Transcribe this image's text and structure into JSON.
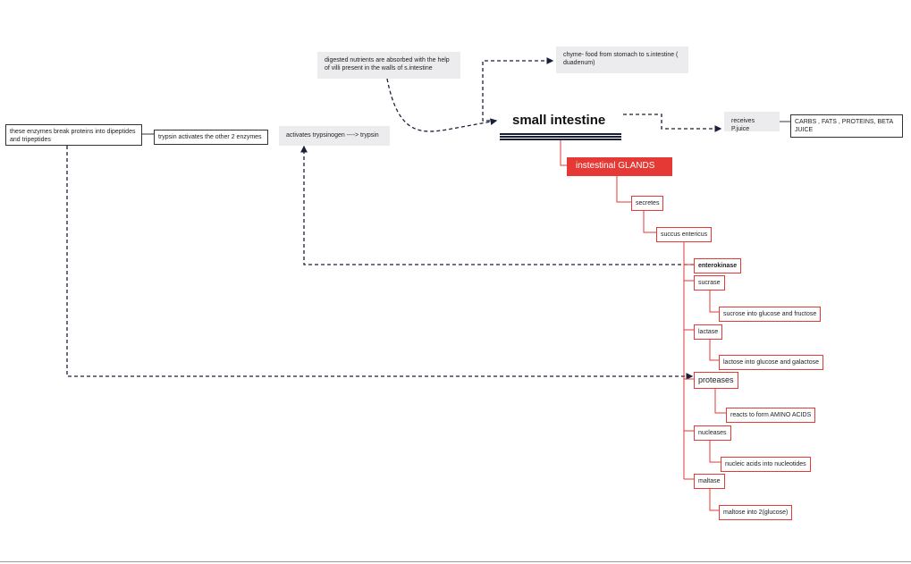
{
  "central": {
    "title": "small intestine"
  },
  "top_notes": {
    "digested": "digested nutrients are absorbed with the help of villi present in the walls of s.intestine",
    "chyme": "chyme- food from stomach to s.intestine ( duadenum)"
  },
  "right_chain": {
    "receives": "receives P.juice",
    "contents": "CARBS , FATS , PROTEINS, BETA JUICE"
  },
  "left_chain": {
    "break_proteins": "these enzymes break proteins into dipeptides and tripeptides",
    "activates_other": "trypsin activates the other 2 enzymes",
    "activates_trypsinogen": "activates trypsinogen ----> trypsin"
  },
  "glands": {
    "title": "instestinal GLANDS",
    "secretes": "secretes",
    "succus": "succus entericus"
  },
  "enzymes": [
    {
      "name": "enterokinase",
      "detail": ""
    },
    {
      "name": "sucrase",
      "detail": "sucrose into glucose and fructose"
    },
    {
      "name": "lactase",
      "detail": "lactose into glucose and galactose"
    },
    {
      "name": "proteases",
      "detail": "reacts to form AMINO ACIDS"
    },
    {
      "name": "nucleases",
      "detail": "nucleic acids into nucleotides"
    },
    {
      "name": "maltase",
      "detail": "maltose into 2(glucose)"
    }
  ],
  "colors": {
    "accent_red": "#e53935",
    "navy": "#1a1f3a",
    "note_grey": "#ececee"
  }
}
